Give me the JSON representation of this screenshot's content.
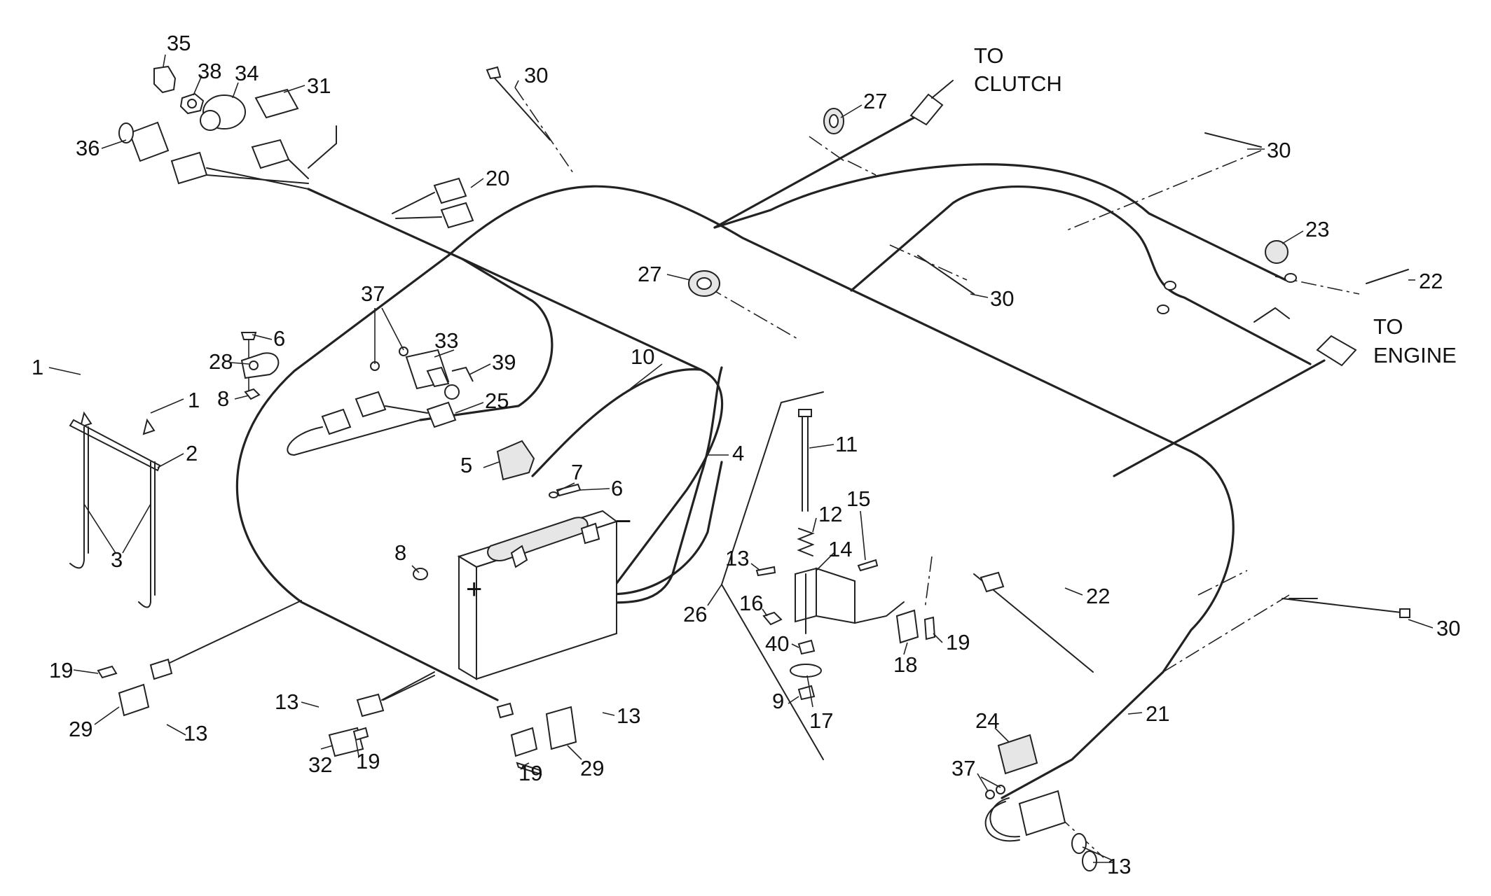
{
  "labels": {
    "to_clutch_1": "TO",
    "to_clutch_2": "CLUTCH",
    "to_engine_1": "TO",
    "to_engine_2": "ENGINE",
    "plus": "+",
    "minus": "−"
  },
  "callouts": {
    "c35": "35",
    "c38": "38",
    "c34": "34",
    "c31": "31",
    "c36": "36",
    "c20": "20",
    "c30a": "30",
    "c27a": "27",
    "c30b": "30",
    "c23": "23",
    "c22a": "22",
    "c30c": "30",
    "c27b": "27",
    "c37a": "37",
    "c33": "33",
    "c39": "39",
    "c25": "25",
    "c6a": "6",
    "c28": "28",
    "c8a": "8",
    "c1a": "1",
    "c1b": "1",
    "c2": "2",
    "c3": "3",
    "c10": "10",
    "c5": "5",
    "c7": "7",
    "c6b": "6",
    "c4": "4",
    "c8b": "8",
    "c11": "11",
    "c15": "15",
    "c12": "12",
    "c13a": "13",
    "c14": "14",
    "c16": "16",
    "c40": "40",
    "c9": "9",
    "c17": "17",
    "c26": "26",
    "c22b": "22",
    "c19a": "19",
    "c18": "18",
    "c30d": "30",
    "c21": "21",
    "c24": "24",
    "c37b": "37",
    "c13b": "13",
    "c19b": "19",
    "c29a": "29",
    "c13c": "13",
    "c13d": "13",
    "c32": "32",
    "c19c": "19",
    "c13e": "13",
    "c19d": "19",
    "c29b": "29"
  }
}
